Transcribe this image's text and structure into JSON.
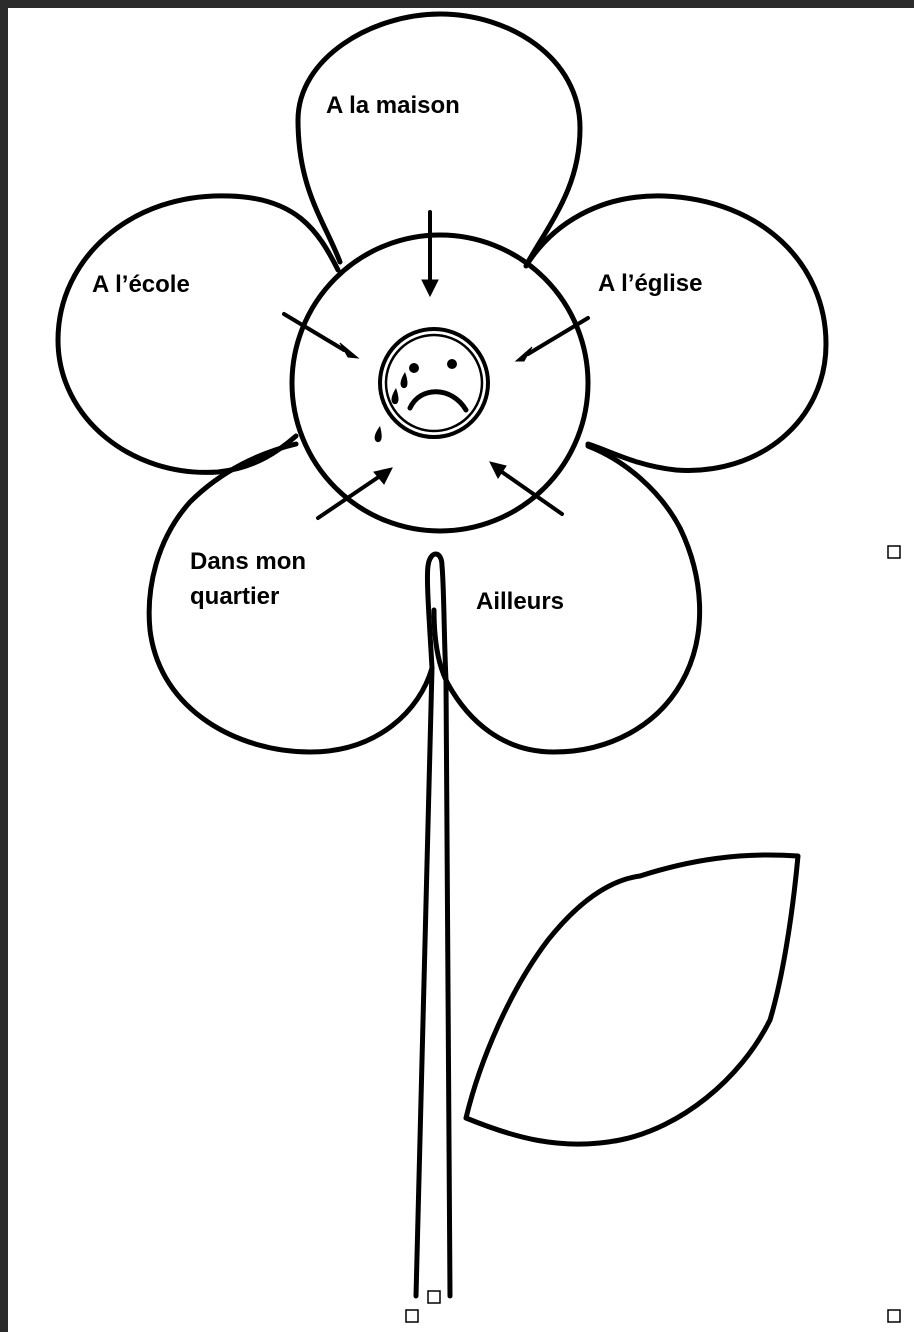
{
  "diagram": {
    "petal_labels": {
      "top": "A la maison",
      "left": "A l’école",
      "right": "A l’église",
      "bottom_left_line1": "Dans mon",
      "bottom_left_line2": "quartier",
      "bottom_right": "Ailleurs"
    },
    "center_icon": "sad-crying-face-icon",
    "colors": {
      "background": "#ffffff",
      "outline": "#000000",
      "frame": "#2b2b2b"
    }
  }
}
